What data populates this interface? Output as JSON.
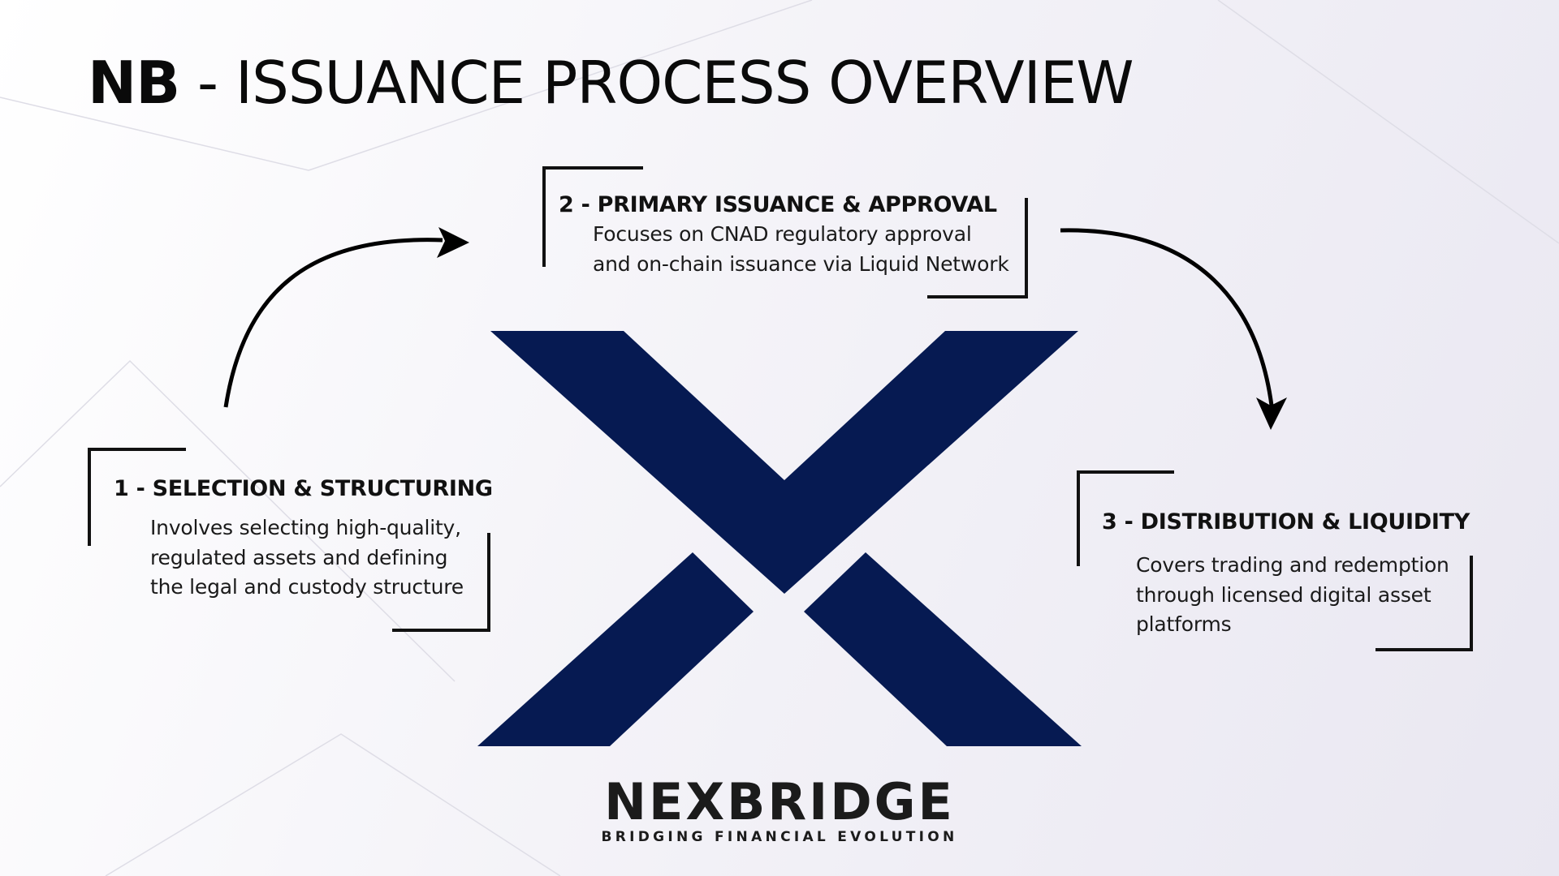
{
  "title": {
    "bold": "NB",
    "rest": " - ISSUANCE PROCESS OVERVIEW"
  },
  "steps": [
    {
      "title": "1 - SELECTION & STRUCTURING",
      "lines": [
        "Involves selecting high-quality,",
        "regulated assets and defining",
        "the legal and custody structure"
      ]
    },
    {
      "title": "2 - PRIMARY ISSUANCE & APPROVAL",
      "lines": [
        "Focuses on CNAD regulatory approval",
        "and on-chain issuance via Liquid Network"
      ]
    },
    {
      "title": "3 - DISTRIBUTION & LIQUIDITY",
      "lines": [
        "Covers trading and redemption",
        "through licensed digital asset",
        "platforms"
      ]
    }
  ],
  "brand": {
    "name": "NEXBRIDGE",
    "tagline": "BRIDGING FINANCIAL EVOLUTION"
  },
  "colors": {
    "logo_navy": "#061a52",
    "text": "#111111",
    "background": "#f4f3f8"
  },
  "icons": {
    "logo": "x-logo-icon",
    "arrows": [
      "curved-arrow-icon",
      "curved-arrow-icon"
    ]
  }
}
